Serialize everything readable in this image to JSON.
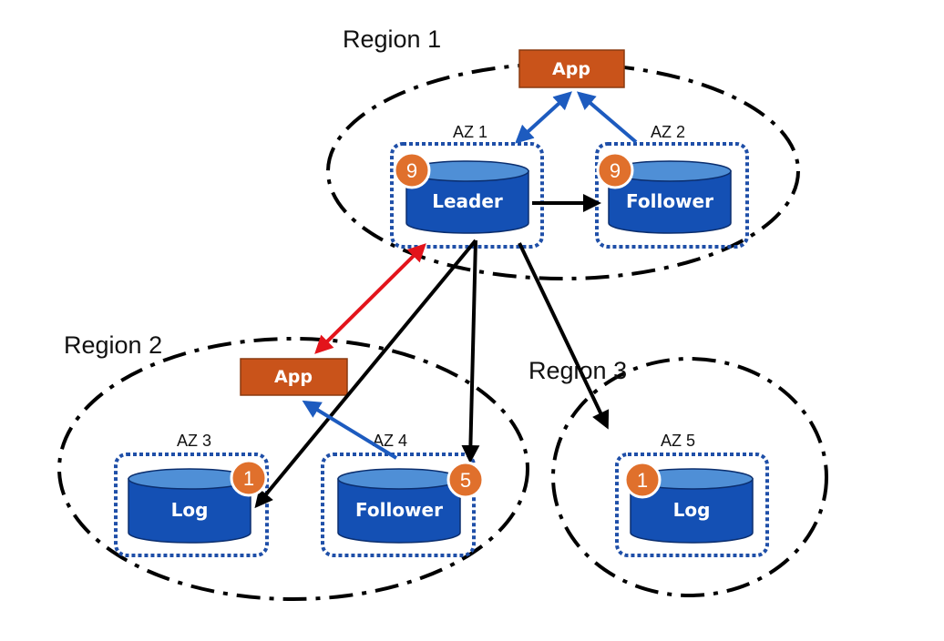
{
  "regions": [
    {
      "label": "Region 1"
    },
    {
      "label": "Region 2"
    },
    {
      "label": "Region 3"
    }
  ],
  "apps": [
    {
      "label": "App"
    },
    {
      "label": "App"
    }
  ],
  "az": [
    {
      "label": "AZ 1"
    },
    {
      "label": "AZ 2"
    },
    {
      "label": "AZ 3"
    },
    {
      "label": "AZ 4"
    },
    {
      "label": "AZ 5"
    }
  ],
  "nodes": [
    {
      "label": "Leader",
      "badge": "9"
    },
    {
      "label": "Follower",
      "badge": "9"
    },
    {
      "label": "Log",
      "badge": "1"
    },
    {
      "label": "Follower",
      "badge": "5"
    },
    {
      "label": "Log",
      "badge": "1"
    }
  ],
  "colors": {
    "db_fill": "#1450b4",
    "db_top": "#4f8fd6",
    "app_fill": "#c9531a",
    "badge": "#e0702c",
    "az_border": "#1f4fa8",
    "arrow_black": "#000000",
    "arrow_blue": "#1d5bbf",
    "arrow_red": "#e3141b"
  }
}
